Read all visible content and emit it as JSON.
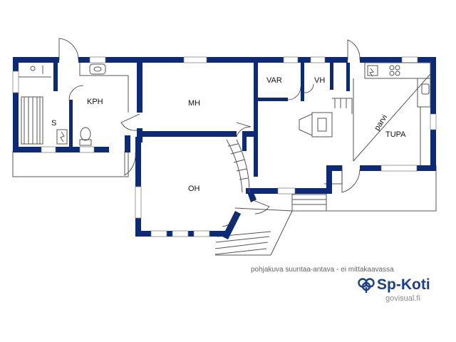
{
  "rooms": {
    "kph": "KPH",
    "s": "S",
    "mh": "MH",
    "var": "VAR",
    "vh": "VH",
    "tupa": "TUPA",
    "oh": "OH",
    "parvi": "parvi"
  },
  "caption": "pohjakuva suuntaa-antava - ei mittakaavassa",
  "brand": {
    "logo_text": "Sp-Koti",
    "website": "govisual.fi",
    "color": "#1b3f8f"
  },
  "colors": {
    "wall": "#0b2a78",
    "background": "#ffffff"
  }
}
